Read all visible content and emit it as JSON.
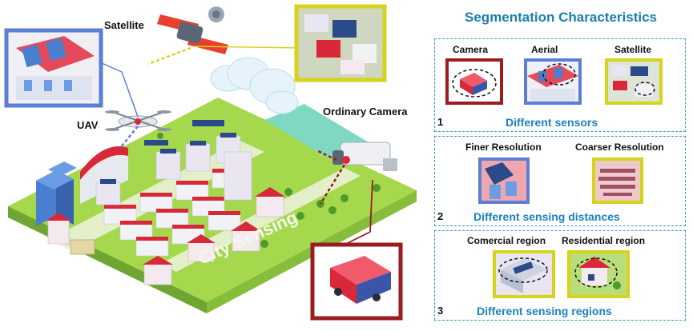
{
  "scene": {
    "satellite_label": "Satellite",
    "uav_label": "UAV",
    "camera_label": "Ordinary Camera",
    "city_label": "City Sensing"
  },
  "characteristics": {
    "title": "Segmentation Characteristics",
    "panels": [
      {
        "number": "1",
        "title": "Different sensors",
        "labels": [
          "Camera",
          "Aerial",
          "Satellite"
        ]
      },
      {
        "number": "2",
        "title": "Different sensing distances",
        "labels": [
          "Finer Resolution",
          "Coarser Resolution"
        ]
      },
      {
        "number": "3",
        "title": "Different sensing regions",
        "labels": [
          "Comercial region",
          "Residential region"
        ]
      }
    ]
  },
  "colors": {
    "camera_frame": "#9b1b1f",
    "aerial_frame": "#5b7fd6",
    "satellite_frame": "#d6d31d",
    "accent_text": "#1b82bf",
    "ground": "#9fd34a"
  }
}
